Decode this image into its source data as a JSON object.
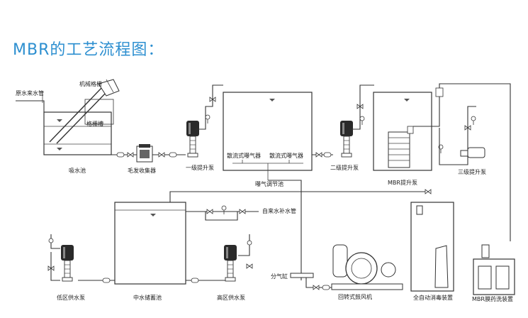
{
  "title": "MBR的工艺流程图：",
  "labels": {
    "raw_water_pipe": "原水来水管",
    "mechanical_screen": "机械格栅",
    "screen_well": "格栅槽",
    "suction_tank": "吸水池",
    "hair_collector": "毛发收集器",
    "lift_pump_1": "一级提升泵",
    "aerator_1": "散流式曝气器",
    "aerator_2": "散流式曝气器",
    "aeration_tank": "曝气调节池",
    "lift_pump_2": "二级提升泵",
    "mbr_tank": "MBR提升泵",
    "lift_pump_3": "三级提升泵",
    "tap_water_makeup": "自来水补水管",
    "air_header": "分气缸",
    "rotary_blower": "回转式鼓风机",
    "auto_disinfection": "全自动消毒装置",
    "mbr_cleaning": "MBR膜药洗装置",
    "low_zone_pump": "低区供水泵",
    "reclaimed_storage": "中水储蓄池",
    "high_zone_pump": "高区供水泵"
  }
}
